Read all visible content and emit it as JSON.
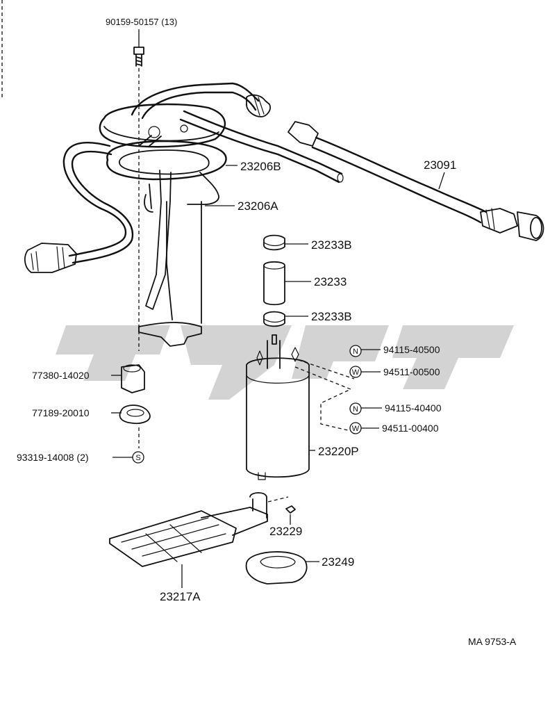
{
  "diagram_code": "MA 9753-A",
  "parts": {
    "top_screw": "90159-50157 (13)",
    "pipe": "23091",
    "gasket": "23206B",
    "bracket": "23206A",
    "clamp_upper": "23233B",
    "hose": "23233",
    "clamp_lower": "23233B",
    "nut_a": "94115-40500",
    "washer_a": "94511-00500",
    "nut_b": "94115-40400",
    "washer_b": "94511-00400",
    "pump": "23220P",
    "grommet": "77380-14020",
    "retainer": "77189-20010",
    "screw_bottom": "93319-14008 (2)",
    "cushion": "23229",
    "filter": "23217A",
    "filter_holder": "23249"
  },
  "symbols": {
    "nut": "N",
    "washer": "W",
    "screw": "S"
  }
}
